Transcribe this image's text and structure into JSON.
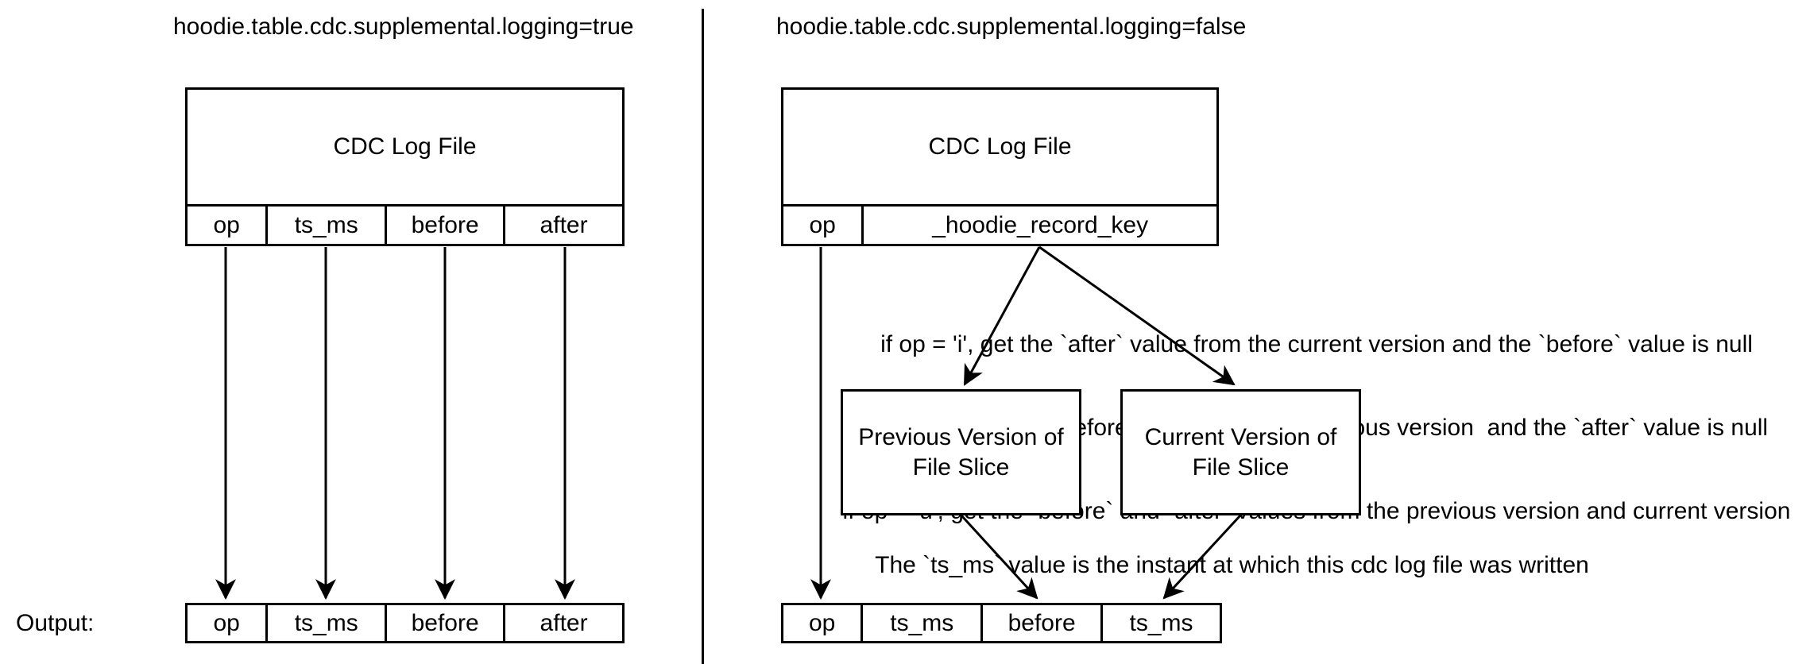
{
  "colors": {
    "ink": "#000000",
    "background": "#ffffff"
  },
  "left_panel": {
    "title": "hoodie.table.cdc.supplemental.logging=true",
    "cdc_log_file": {
      "label": "CDC Log File",
      "columns": [
        "op",
        "ts_ms",
        "before",
        "after"
      ]
    },
    "output_label": "Output:",
    "output_row": [
      "op",
      "ts_ms",
      "before",
      "after"
    ]
  },
  "right_panel": {
    "title": "hoodie.table.cdc.supplemental.logging=false",
    "cdc_log_file": {
      "label": "CDC Log File",
      "columns": [
        "op",
        "_hoodie_record_key"
      ]
    },
    "op_rules": [
      "if op = 'i', get the `after` value from the current version and the `before` value is null",
      "if op = 'd', get the `before` value from the previous version  and the `after` value is null",
      "if op = 'u', get the `before` and `after` values from the previous version and current version"
    ],
    "previous_version_box": "Previous Version of\nFile Slice",
    "current_version_box": "Current Version of\nFile Slice",
    "ts_ms_note": "The `ts_ms` value is the instant at which this cdc log file was written",
    "output_row": [
      "op",
      "ts_ms",
      "before",
      "ts_ms"
    ]
  }
}
